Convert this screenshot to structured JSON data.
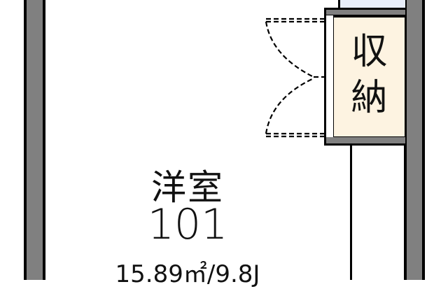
{
  "floor_plan": {
    "room": {
      "name": "洋室",
      "number": "101",
      "area": "15.89㎡/9.8J"
    },
    "closet": {
      "label_line1": "収",
      "label_line2": "納"
    },
    "colors": {
      "wall_fill": "#808080",
      "wall_outline": "#000000",
      "closet_fill": "#fdf3e1",
      "window_fill": "#e8eefa",
      "background": "#ffffff"
    }
  }
}
